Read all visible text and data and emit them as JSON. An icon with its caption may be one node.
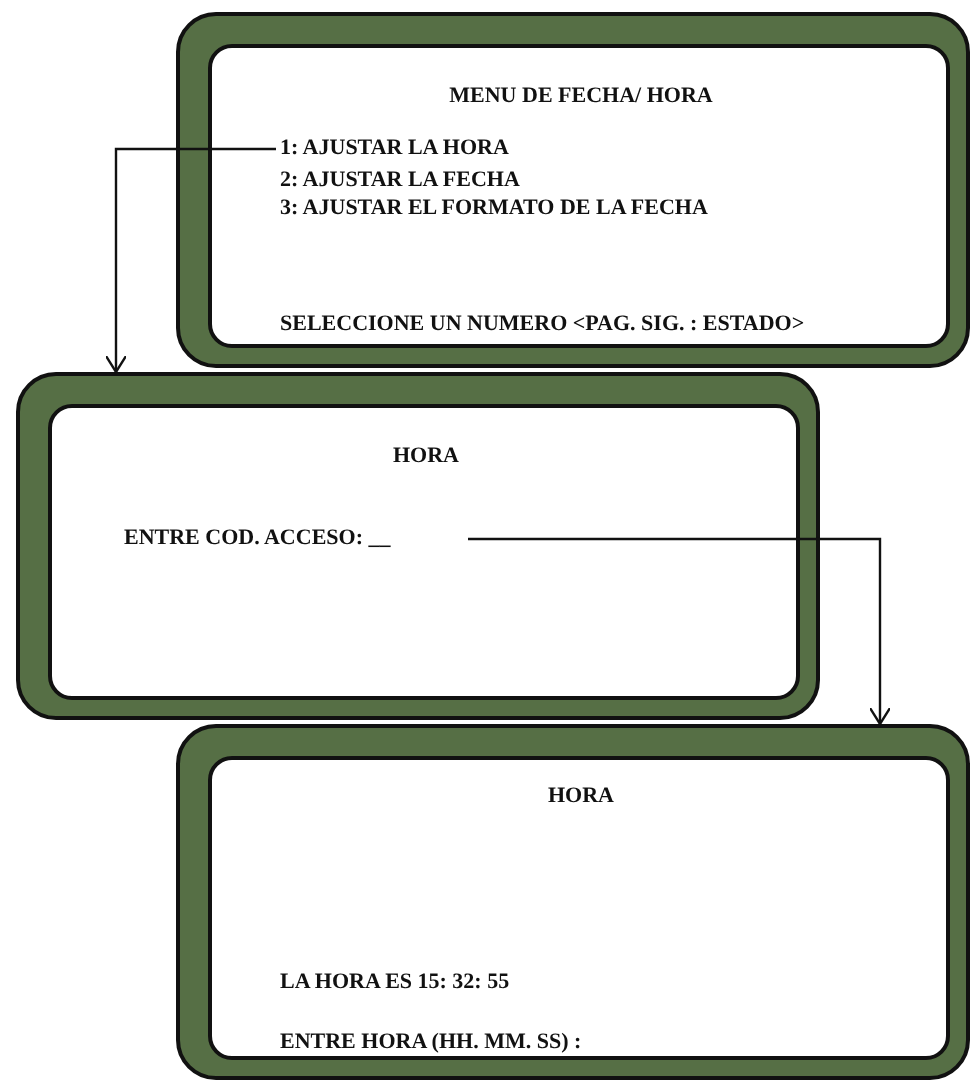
{
  "diagram": {
    "nodes": [
      {
        "text": [
          "MENU  DE  FECHA/ HORA",
          "2: AJUSTAR LA FECHA",
          "3: AJUSTAR EL FORMATO DE LA FECHA",
          "SELECCIONE UN NUMERO  <PAG.  SIG. : ESTADO>"
        ]
      },
      {
        "text": [
          "1: AJUSTAR LA HORA"
        ],
        "in": 0
      },
      {
        "text": [
          "HORA"
        ]
      },
      {
        "text": [
          "ENTRE COD.  ACCESO: __"
        ],
        "in": 2
      },
      {
        "text": [
          "HORA",
          "LA HORA ES 15: 32: 55",
          "ENTRE  HORA (HH. MM. SS) :"
        ]
      }
    ],
    "edges": [
      {
        "from": 1,
        "to": 2,
        "arrow": "to"
      },
      {
        "from": 3,
        "to": 4,
        "arrow": "to"
      }
    ]
  }
}
